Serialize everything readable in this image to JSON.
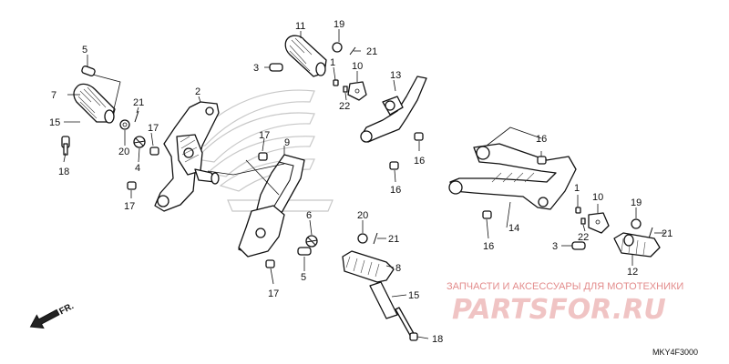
{
  "diagram_code": "MKY4F3000",
  "front_indicator": "FR.",
  "watermark": {
    "tagline": "ЗАПЧАСТИ И АКСЕССУАРЫ ДЛЯ МОТОТЕХНИКИ",
    "brand": "PARTSFOR.RU"
  },
  "callouts": {
    "c1": "5",
    "c2": "7",
    "c3": "15",
    "c4": "18",
    "c5": "2",
    "c6": "21",
    "c7": "17",
    "c8": "20",
    "c9": "4",
    "c10": "17",
    "c11": "17",
    "c12": "9",
    "c13": "11",
    "c14": "19",
    "c15": "21",
    "c16": "3",
    "c17": "1",
    "c18": "10",
    "c19": "22",
    "c20": "13",
    "c21": "16",
    "c22": "16",
    "c23": "6",
    "c24": "20",
    "c25": "21",
    "c26": "5",
    "c27": "8",
    "c28": "17",
    "c29": "15",
    "c30": "18",
    "c31": "16",
    "c32": "16",
    "c33": "14",
    "c34": "1",
    "c35": "10",
    "c36": "22",
    "c37": "19",
    "c38": "21",
    "c39": "3",
    "c40": "12"
  }
}
